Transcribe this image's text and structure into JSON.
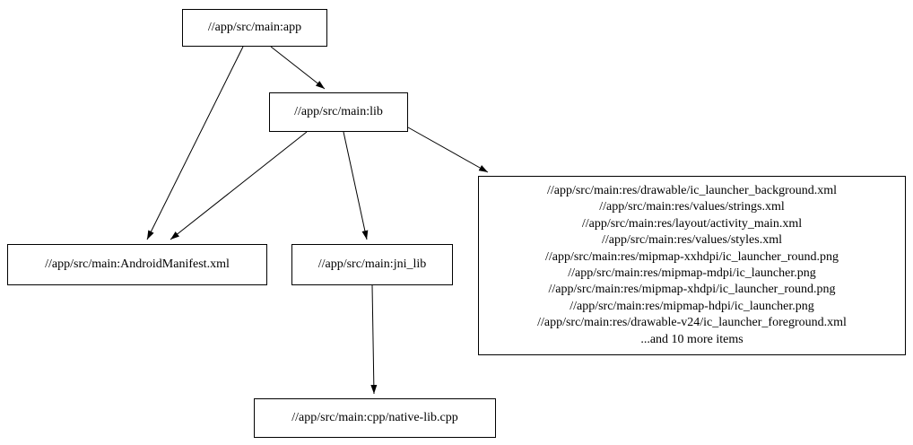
{
  "diagram": {
    "kind": "build-target-dependency-graph",
    "nodes": {
      "app": {
        "label": "//app/src/main:app"
      },
      "lib": {
        "label": "//app/src/main:lib"
      },
      "manifest": {
        "label": "//app/src/main:AndroidManifest.xml"
      },
      "jni_lib": {
        "label": "//app/src/main:jni_lib"
      },
      "res": {
        "lines": [
          "//app/src/main:res/drawable/ic_launcher_background.xml",
          "//app/src/main:res/values/strings.xml",
          "//app/src/main:res/layout/activity_main.xml",
          "//app/src/main:res/values/styles.xml",
          "//app/src/main:res/mipmap-xxhdpi/ic_launcher_round.png",
          "//app/src/main:res/mipmap-mdpi/ic_launcher.png",
          "//app/src/main:res/mipmap-xhdpi/ic_launcher_round.png",
          "//app/src/main:res/mipmap-hdpi/ic_launcher.png",
          "//app/src/main:res/drawable-v24/ic_launcher_foreground.xml",
          "...and 10 more items"
        ]
      },
      "cpp": {
        "label": "//app/src/main:cpp/native-lib.cpp"
      }
    },
    "edges": [
      {
        "from": "app",
        "to": "lib"
      },
      {
        "from": "app",
        "to": "manifest"
      },
      {
        "from": "lib",
        "to": "manifest"
      },
      {
        "from": "lib",
        "to": "jni_lib"
      },
      {
        "from": "lib",
        "to": "res"
      },
      {
        "from": "jni_lib",
        "to": "cpp"
      }
    ],
    "colors": {
      "node_border": "#000000",
      "node_fill": "#ffffff",
      "edge": "#000000",
      "background": "#ffffff"
    }
  }
}
